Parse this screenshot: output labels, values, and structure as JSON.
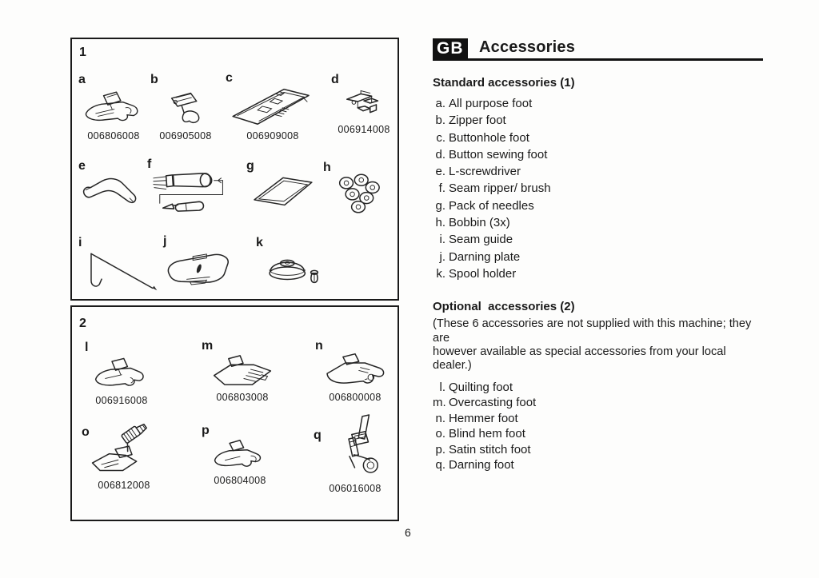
{
  "header": {
    "lang_badge": "GB",
    "title": "Accessories"
  },
  "standard": {
    "heading": "Standard accessories (1)",
    "items": [
      {
        "letter": "a.",
        "label": "All purpose foot"
      },
      {
        "letter": "b.",
        "label": "Zipper foot"
      },
      {
        "letter": "c.",
        "label": "Buttonhole foot"
      },
      {
        "letter": "d.",
        "label": "Button sewing foot"
      },
      {
        "letter": "e.",
        "label": "L-screwdriver"
      },
      {
        "letter": "f.",
        "label": "Seam ripper/ brush"
      },
      {
        "letter": "g.",
        "label": "Pack of needles"
      },
      {
        "letter": "h.",
        "label": "Bobbin (3x)"
      },
      {
        "letter": "i.",
        "label": "Seam guide"
      },
      {
        "letter": "j.",
        "label": "Darning plate"
      },
      {
        "letter": "k.",
        "label": "Spool holder"
      }
    ]
  },
  "optional": {
    "heading": "Optional  accessories (2)",
    "note_line1": "(These 6 accessories are not supplied with this machine; they are",
    "note_line2": "however available as special accessories from your local dealer.)",
    "items": [
      {
        "letter": "l.",
        "label": "Quilting foot"
      },
      {
        "letter": "m.",
        "label": "Overcasting foot"
      },
      {
        "letter": "n.",
        "label": "Hemmer foot"
      },
      {
        "letter": "o.",
        "label": "Blind hem foot"
      },
      {
        "letter": "p.",
        "label": "Satin stitch foot"
      },
      {
        "letter": "q.",
        "label": "Darning foot"
      }
    ]
  },
  "figure1": {
    "number": "1",
    "items": [
      {
        "letter": "a",
        "part_number": "006806008",
        "name": "all purpose foot"
      },
      {
        "letter": "b",
        "part_number": "006905008",
        "name": "zipper foot"
      },
      {
        "letter": "c",
        "part_number": "006909008",
        "name": "buttonhole foot"
      },
      {
        "letter": "d",
        "part_number": "006914008",
        "name": "button sewing foot"
      },
      {
        "letter": "e",
        "name": "L-screwdriver"
      },
      {
        "letter": "f",
        "name": "seam ripper/ brush"
      },
      {
        "letter": "g",
        "name": "pack of needles"
      },
      {
        "letter": "h",
        "name": "bobbin (3x)"
      },
      {
        "letter": "i",
        "name": "seam guide"
      },
      {
        "letter": "j",
        "name": "darning plate"
      },
      {
        "letter": "k",
        "name": "spool holder"
      }
    ]
  },
  "figure2": {
    "number": "2",
    "items": [
      {
        "letter": "l",
        "part_number": "006916008",
        "name": "quilting foot"
      },
      {
        "letter": "m",
        "part_number": "006803008",
        "name": "overcasting foot"
      },
      {
        "letter": "n",
        "part_number": "006800008",
        "name": "hemmer foot"
      },
      {
        "letter": "o",
        "part_number": "006812008",
        "name": "blind hem foot"
      },
      {
        "letter": "p",
        "part_number": "006804008",
        "name": "satin stitch foot"
      },
      {
        "letter": "q",
        "part_number": "006016008",
        "name": "darning foot"
      }
    ]
  },
  "page": {
    "number": "6"
  }
}
